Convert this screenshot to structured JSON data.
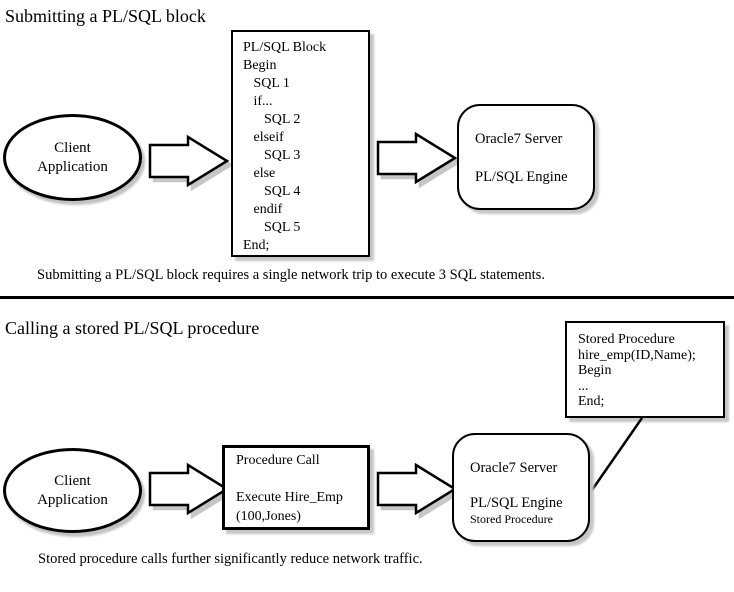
{
  "colors": {
    "line": "#000000",
    "fill": "#ffffff",
    "shadow": "#c6c6c6"
  },
  "section1": {
    "title": "Submitting a PL/SQL block",
    "client": {
      "line1": "Client",
      "line2": "Application"
    },
    "plsql_block": {
      "lines": [
        "PL/SQL Block",
        "Begin",
        "   SQL 1",
        "   if...",
        "      SQL 2",
        "   elseif",
        "      SQL 3",
        "   else",
        "      SQL 4",
        "   endif",
        "      SQL 5",
        "End;"
      ]
    },
    "server": {
      "line1": "Oracle7 Server",
      "line2": "PL/SQL Engine"
    },
    "caption": "Submitting a PL/SQL block requires a single network trip to execute 3 SQL statements."
  },
  "section2": {
    "title": "Calling a stored PL/SQL procedure",
    "client": {
      "line1": "Client",
      "line2": "Application"
    },
    "procedure_call": {
      "lines": [
        "Procedure Call",
        "",
        "Execute Hire_Emp",
        "(100,Jones)"
      ]
    },
    "server": {
      "line1": "Oracle7 Server",
      "line2": "PL/SQL Engine",
      "line3": "Stored Procedure"
    },
    "stored_procedure": {
      "lines": [
        "Stored Procedure",
        "hire_emp(ID,Name);",
        "Begin",
        "...",
        "End;"
      ]
    },
    "caption": "Stored procedure calls further significantly reduce network traffic."
  }
}
